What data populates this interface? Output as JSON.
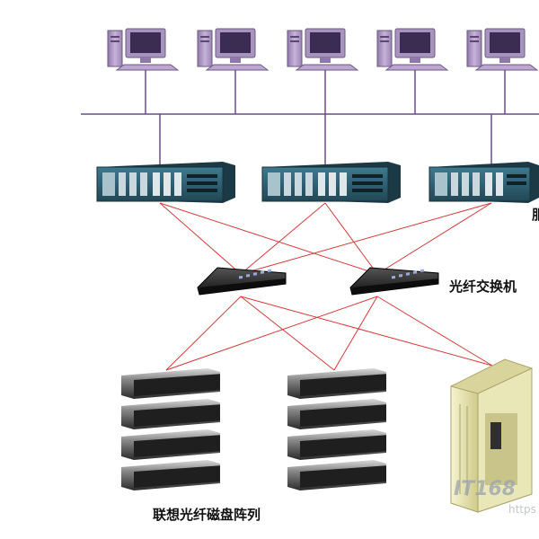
{
  "labels": {
    "switch": "光纤交换机",
    "disk_array": "联想光纤磁盘阵列",
    "server_side_clipped": "服"
  },
  "watermark": {
    "logo": "IT168",
    "url": "https"
  },
  "nodes": {
    "workstations": 5,
    "servers": 3,
    "switches": 2,
    "disk_arrays": 2,
    "storage_cabinet": 1
  },
  "colors": {
    "bus_line": "#6a4a8a",
    "fiber_link": "#d23a3a",
    "pc_body": "#b29ac8",
    "server_body": "#2f5f73",
    "switch_body": "#2a2a2a",
    "disk_body": "#3a3a3a",
    "cabinet_body": "#e9e6b8"
  }
}
